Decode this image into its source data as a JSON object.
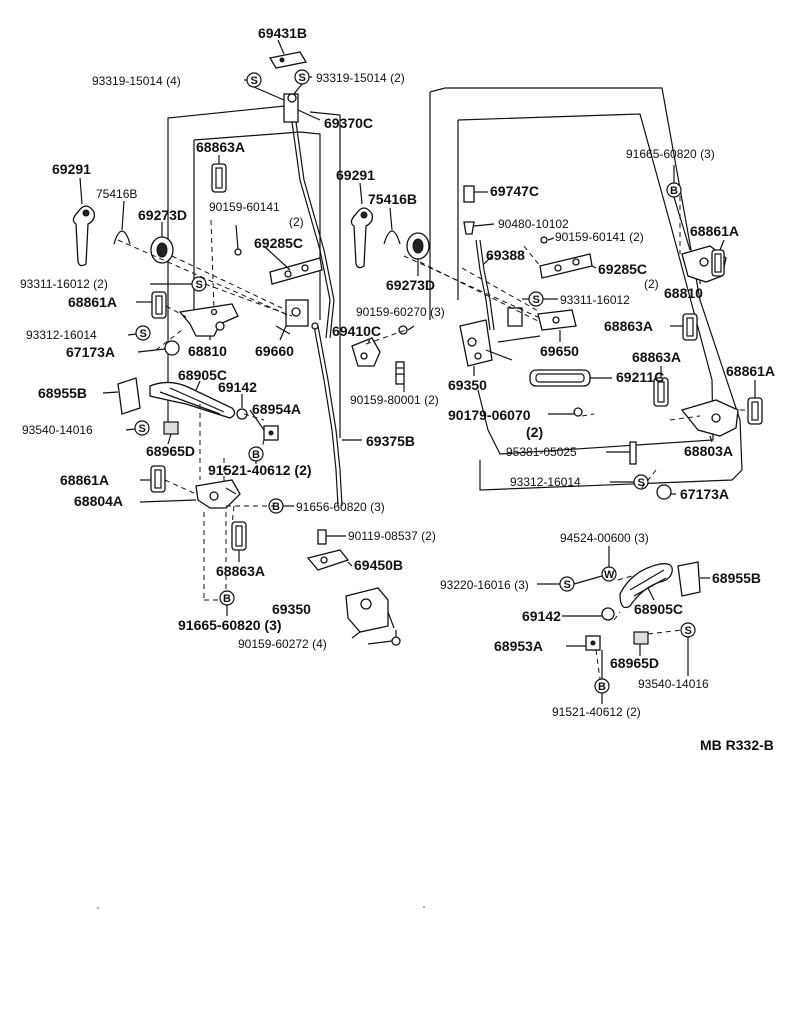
{
  "diagram_ref": "MB R332-B",
  "symbols": {
    "S": "S",
    "B": "B",
    "W": "W"
  },
  "parts": {
    "p69431B": "69431B",
    "p93319_15014_4": "93319-15014 (4)",
    "p93319_15014_2": "93319-15014 (2)",
    "p69370C": "69370C",
    "p68863A_a": "68863A",
    "p69291_a": "69291",
    "p75416B_a": "75416B",
    "p69273D_a": "69273D",
    "p90159_60141_a": "90159-60141",
    "p90159_60141_a_qty": "(2)",
    "p69285C_a": "69285C",
    "p93311_16012_2": "93311-16012 (2)",
    "p68861A_a": "68861A",
    "p93312_16014_a": "93312-16014",
    "p67173A_a": "67173A",
    "p68810_a": "68810",
    "p69660": "69660",
    "p68955B_a": "68955B",
    "p68905C_a": "68905C",
    "p69142_a": "69142",
    "p68954A": "68954A",
    "p93540_14016_a": "93540-14016",
    "p68965D_a": "68965D",
    "p91521_40612_a": "91521-40612 (2)",
    "p68861A_b": "68861A",
    "p68804A": "68804A",
    "p91656_60820_3": "91656-60820 (3)",
    "p68863A_b": "68863A",
    "p91665_60820_a": "91665-60820 (3)",
    "p69291_b": "69291",
    "p75416B_b": "75416B",
    "p69273D_b": "69273D",
    "p90159_60270_3": "90159-60270 (3)",
    "p69410C": "69410C",
    "p90159_80001_2": "90159-80001 (2)",
    "p69375B": "69375B",
    "p90119_08537_2": "90119-08537 (2)",
    "p69450B": "69450B",
    "p69350_a": "69350",
    "p90159_60272_4": "90159-60272 (4)",
    "p69747C": "69747C",
    "p90480_10102": "90480-10102",
    "p90159_60141_b": "90159-60141 (2)",
    "p69388": "69388",
    "p69285C_b": "69285C",
    "p93311_16012": "93311-16012",
    "p69650": "69650",
    "p69350_b": "69350",
    "p69211C": "69211C",
    "p90179_06070": "90179-06070",
    "p90179_06070_qty": "(2)",
    "p91665_60820_b": "91665-60820 (3)",
    "p68861A_c": "68861A",
    "p68810_b_qty": "(2)",
    "p68810_b": "68810",
    "p68863A_c": "68863A",
    "p68863A_d": "68863A",
    "p68861A_d": "68861A",
    "p68803A": "68803A",
    "p95381_05025": "95381-05025",
    "p93312_16014_b": "93312-16014",
    "p67173A_b": "67173A",
    "p94524_00600_3": "94524-00600 (3)",
    "p93220_16016_3": "93220-16016 (3)",
    "p68955B_b": "68955B",
    "p69142_b": "69142",
    "p68905C_b": "68905C",
    "p68953A": "68953A",
    "p68965D_b": "68965D",
    "p93540_14016_b": "93540-14016",
    "p91521_40612_b": "91521-40612 (2)"
  }
}
